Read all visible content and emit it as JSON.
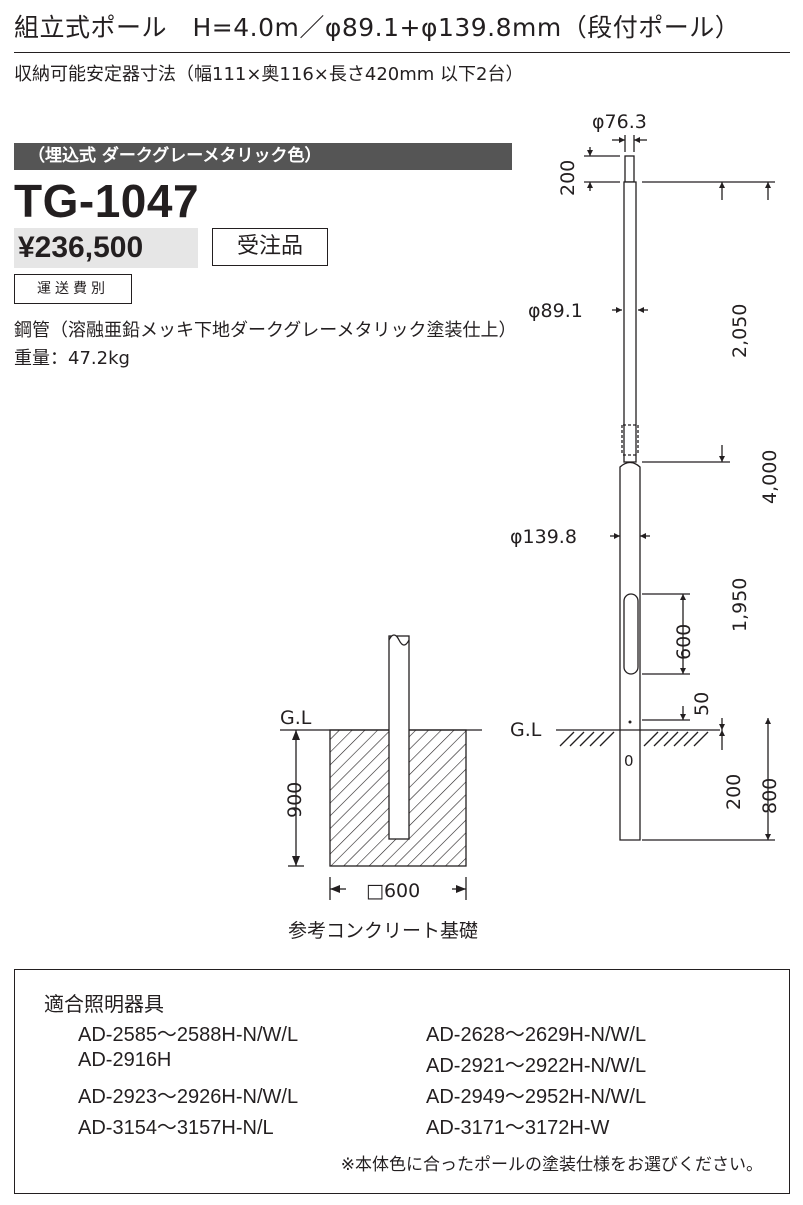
{
  "header": {
    "title": "組立式ポール　H=4.0m／φ89.1+φ139.8mm（段付ポール）",
    "subtitle": "収納可能安定器寸法（幅111×奥116×長さ420mm 以下2台）"
  },
  "product": {
    "type_band": "（埋込式 ダークグレーメタリック色）",
    "model": "TG-1047",
    "price": "¥236,500",
    "order_badge": "受注品",
    "shipping_badge": "運送費別",
    "material": "鋼管（溶融亜鉛メッキ下地ダークグレーメタリック塗装仕上）",
    "weight": "重量：47.2kg"
  },
  "drawing": {
    "foundation": {
      "gl_label": "G.L",
      "depth": "900",
      "width": "□600",
      "caption": "参考コンクリート基礎"
    },
    "pole": {
      "top_diameter": "φ76.3",
      "top_length": "200",
      "mid_diameter": "φ89.1",
      "mid_length": "2,050",
      "total_height": "4,000",
      "bottom_diameter": "φ139.8",
      "bottom_length": "1,950",
      "door_height": "600",
      "door_offset": "50",
      "gl_label": "G.L",
      "marker_zero": "0",
      "below_gl_small": "200",
      "embed_depth": "800"
    }
  },
  "fixtures": {
    "title": "適合照明器具",
    "left": [
      "AD-2585～2588H-N/W/L",
      "AD-2916H",
      "AD-2923～2926H-N/W/L",
      "AD-3154～3157H-N/L"
    ],
    "right": [
      "AD-2628～2629H-N/W/L",
      "AD-2921～2922H-N/W/L",
      "AD-2949～2952H-N/W/L",
      "AD-3171～3172H-W"
    ],
    "note": "※本体色に合ったポールの塗装仕様をお選びください。"
  },
  "colors": {
    "ink": "#231f20",
    "band": "#555555",
    "price_bg": "#e6e6e6"
  }
}
